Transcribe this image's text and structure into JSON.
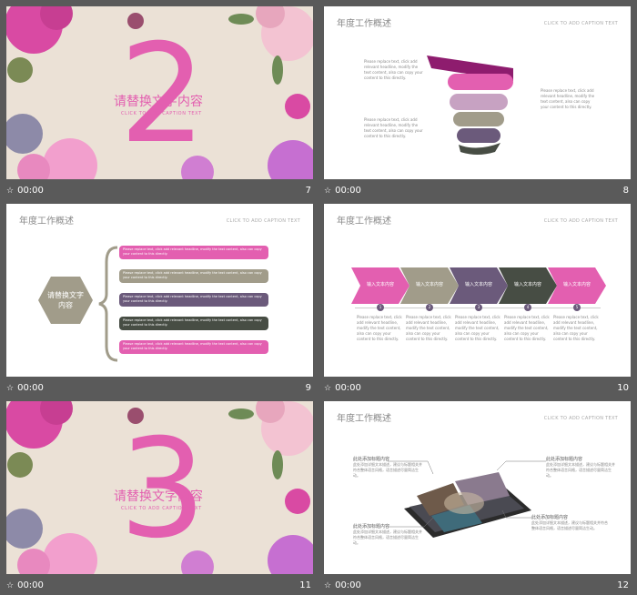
{
  "colors": {
    "pink": "#e35fb0",
    "beige": "#a19c8a",
    "purple": "#6b5a7b",
    "dark": "#474d44",
    "cream": "#ebe1d6"
  },
  "slides": [
    {
      "number": "7",
      "time": "00:00",
      "big_numeral": "2",
      "title_cn": "请替换文字内容",
      "subtitle_en": "CLICK TO ADD CAPTION  TEXT"
    },
    {
      "number": "8",
      "time": "00:00",
      "header": "年度工作概述",
      "caption": "CLICK TO ADD CAPTION TEXT",
      "para_a": "Please replace text, click add relevant headline, modify the text content, also can copy your content to this directly.",
      "para_b": "Please replace text, click add relevant headline, modify the text content, also can copy your content to this directly.",
      "para_c": "Please replace text, click add relevant headline, modify the text content, also can copy your content to this directly."
    },
    {
      "number": "9",
      "time": "00:00",
      "header": "年度工作概述",
      "caption": "CLICK TO ADD CAPTION TEXT",
      "hex_label": "请替换文字内容",
      "pills": [
        "Please replace text, click add relevant headline, modify the text content, also can copy your content to this directly.",
        "Please replace text, click add relevant headline, modify the text content, also can copy your content to this directly.",
        "Please replace text, click add relevant headline, modify the text content, also can copy your content to this directly.",
        "Please replace text, click add relevant headline, modify the text content, also can copy your content to this directly.",
        "Please replace text, click add relevant headline, modify the text content, also can copy your content to this directly."
      ]
    },
    {
      "number": "10",
      "time": "00:00",
      "header": "年度工作概述",
      "caption": "CLICK TO ADD CAPTION TEXT",
      "steps": [
        {
          "label": "输入文本内容",
          "num": "1",
          "text": "Please replace text, click add relevant headline, modify the text content, also can copy your content to this directly."
        },
        {
          "label": "输入文本内容",
          "num": "2",
          "text": "Please replace text, click add relevant headline, modify the text content, also can copy your content to this directly."
        },
        {
          "label": "输入文本内容",
          "num": "3",
          "text": "Please replace text, click add relevant headline, modify the text content, also can copy your content to this directly."
        },
        {
          "label": "输入文本内容",
          "num": "4",
          "text": "Please replace text, click add relevant headline, modify the text content, also can copy your content to this directly."
        },
        {
          "label": "输入文本内容",
          "num": "5",
          "text": "Please replace text, click add relevant headline, modify the text content, also can copy your content to this directly."
        }
      ]
    },
    {
      "number": "11",
      "time": "00:00",
      "big_numeral": "3",
      "title_cn": "请替换文字内容",
      "subtitle_en": "CLICK TO ADD CAPTION  TEXT"
    },
    {
      "number": "12",
      "time": "00:00",
      "header": "年度工作概述",
      "caption": "CLICK TO ADD CAPTION TEXT",
      "callouts": [
        {
          "title": "此处添加标题内容",
          "text": "此处添加详细文本描述，建议与标题相关并符合整体语言风格，语言描述尽量简洁生动。"
        },
        {
          "title": "此处添加标题内容",
          "text": "此处添加详细文本描述，建议与标题相关并符合整体语言风格，语言描述尽量简洁生动。"
        },
        {
          "title": "此处添加标题内容",
          "text": "此处添加详细文本描述，建议与标题相关并符合整体语言风格，语言描述尽量简洁生动。"
        },
        {
          "title": "此处添加标题内容",
          "text": "此处添加详细文本描述，建议与标题相关并符合整体语言风格，语言描述尽量简洁生动。"
        }
      ]
    }
  ]
}
